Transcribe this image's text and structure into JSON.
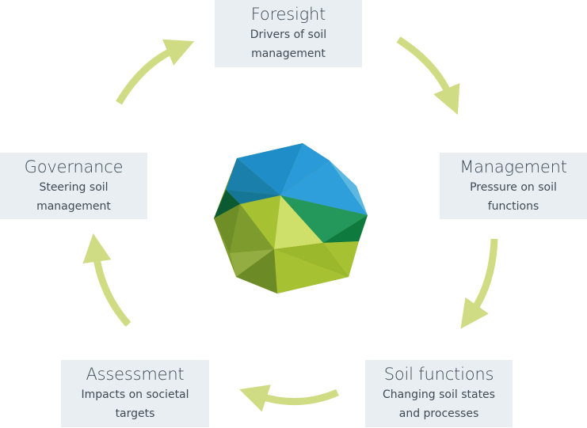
{
  "stages": [
    {
      "id": "foresight",
      "title": "Foresight",
      "description": "Drivers of soil management"
    },
    {
      "id": "management",
      "title": "Management",
      "description": "Pressure on soil functions"
    },
    {
      "id": "soil",
      "title": "Soil functions",
      "description": "Changing soil states and processes"
    },
    {
      "id": "assessment",
      "title": "Assessment",
      "description": "Impacts on societal targets"
    },
    {
      "id": "governance",
      "title": "Governance",
      "description": "Steering soil management"
    }
  ],
  "colors": {
    "arrow": "#cfdc84",
    "box_background": "#e9eef2",
    "text": "#3f4a54",
    "gem_blues": [
      "#2a9bd8",
      "#1b7fae",
      "#5cb8e0"
    ],
    "gem_greens": [
      "#a6c232",
      "#cfe06a",
      "#7e9c2d",
      "#24985a",
      "#0c5a32"
    ]
  },
  "icons": {
    "center": "faceted-soil-gem-icon",
    "arrows": "curved-arrow-icon"
  }
}
